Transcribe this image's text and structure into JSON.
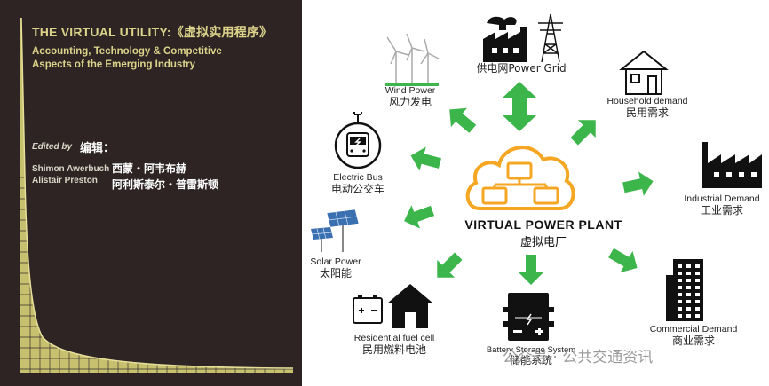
{
  "cover": {
    "title": "THE VIRTUAL UTILITY:《虚拟实用程序》",
    "subtitle_line1": "Accounting, Technology & Competitive",
    "subtitle_line2": "Aspects of the Emerging Industry",
    "edited_by": "Edited by",
    "edited_by_cn": "编辑：",
    "author1": "Shimon Awerbuch",
    "author2": "Alistair Preston",
    "author1_cn": "西蒙・阿韦布赫",
    "author2_cn": "阿利斯泰尔・普雷斯顿"
  },
  "center": {
    "label_en": "VIRTUAL POWER PLANT",
    "label_cn": "虚拟电厂",
    "accent_color": "#f5a623"
  },
  "arrow_color": "#3cb54a",
  "nodes": {
    "power_grid": "供电网Power Grid",
    "wind_en": "Wind Power",
    "wind_cn": "风力发电",
    "household_en": "Household demand",
    "household_cn": "民用需求",
    "bus_en": "Electric Bus",
    "bus_cn": "电动公交车",
    "industrial_en": "Industrial Demand",
    "industrial_cn": "工业需求",
    "solar_en": "Solar Power",
    "solar_cn": "太阳能",
    "fuel_en": "Residential fuel cell",
    "fuel_cn": "民用燃料电池",
    "battery_en": "Battery Storage System",
    "battery_cn": "储能系统",
    "commercial_en": "Commercial Demand",
    "commercial_cn": "商业需求"
  },
  "watermark": "公众号 · 公共交通资讯"
}
